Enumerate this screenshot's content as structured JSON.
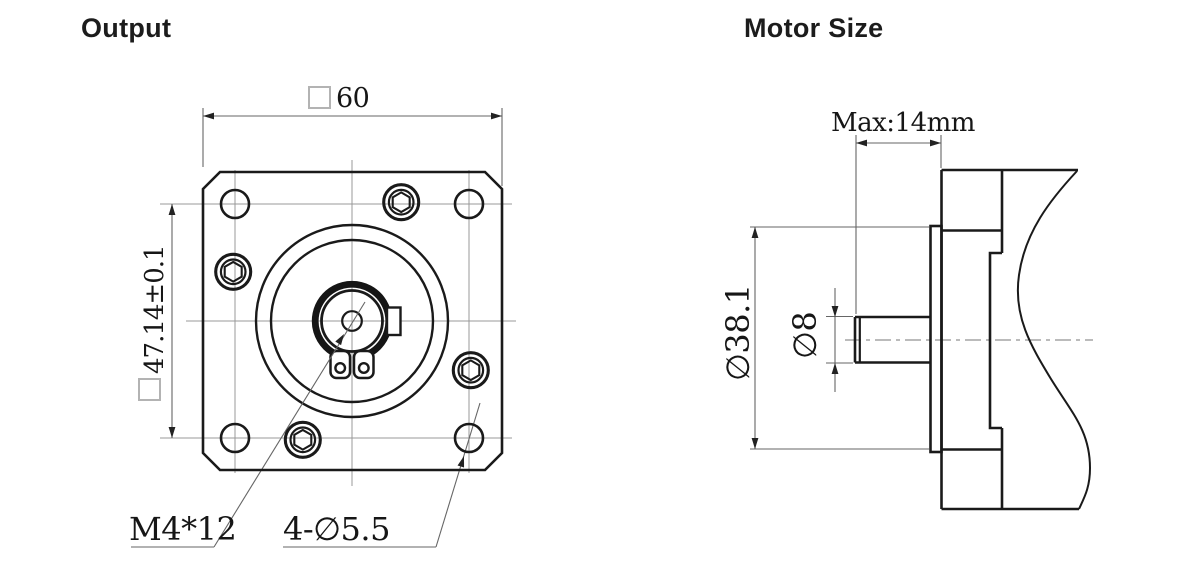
{
  "output_view": {
    "title": "Output",
    "square_size": {
      "symbol": "□",
      "value": "60"
    },
    "bolt_spacing": {
      "symbol": "□",
      "value": "47.14±0.1"
    },
    "tapped_hole_label": "M4*12",
    "mounting_holes_label": "4-∅5.5"
  },
  "motor_view": {
    "title": "Motor Size",
    "max_depth_label": "Max:14mm",
    "pilot_diameter_label": "∅38.1",
    "shaft_diameter_label": "∅8"
  },
  "style": {
    "line_color": "#1a1a1a",
    "thin_line_color": "#666666",
    "centerline_color": "#999999",
    "square_symbol_color": "#b3b3b3",
    "background": "#ffffff"
  }
}
